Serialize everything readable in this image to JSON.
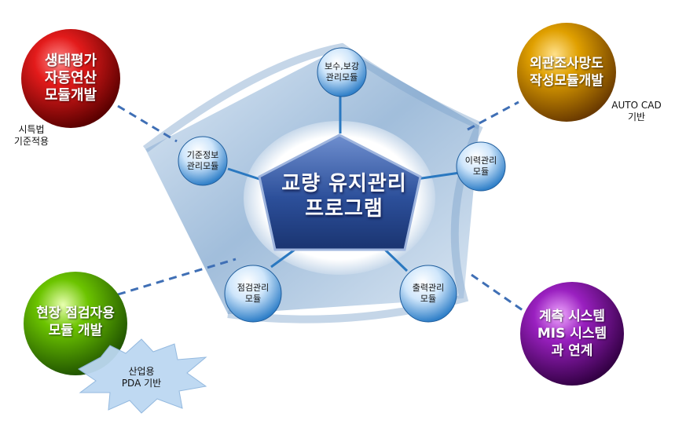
{
  "center": {
    "line1": "교량 유지관리",
    "line2": "프로그램"
  },
  "modules": {
    "top": [
      "보수,보강",
      "관리모듈"
    ],
    "left": [
      "기준정보",
      "관리모듈"
    ],
    "right": [
      "이력관리",
      "모듈"
    ],
    "bottom_left": [
      "점검관리",
      "모듈"
    ],
    "bottom_right": [
      "출력관리",
      "모듈"
    ]
  },
  "outer": {
    "red": [
      "생태평가",
      "자동연산",
      "모듈개발"
    ],
    "orange": [
      "외관조사망도",
      "작성모듈개발"
    ],
    "green": [
      "현장 점검자용",
      "모듈 개발"
    ],
    "purple": [
      "계측 시스템",
      "MIS 시스템",
      "과 연계"
    ]
  },
  "captions": {
    "red_note": [
      "시특법",
      "기준적용"
    ],
    "orange_note": [
      "AUTO CAD",
      "기반"
    ],
    "pda_note": [
      "산업용",
      "PDA  기반"
    ]
  },
  "colors": {
    "red": "#c8102e",
    "orange": "#d98e00",
    "green": "#5fb800",
    "purple": "#7a1a9a",
    "center": "#2f5497",
    "swirl": "#a9c3df"
  }
}
